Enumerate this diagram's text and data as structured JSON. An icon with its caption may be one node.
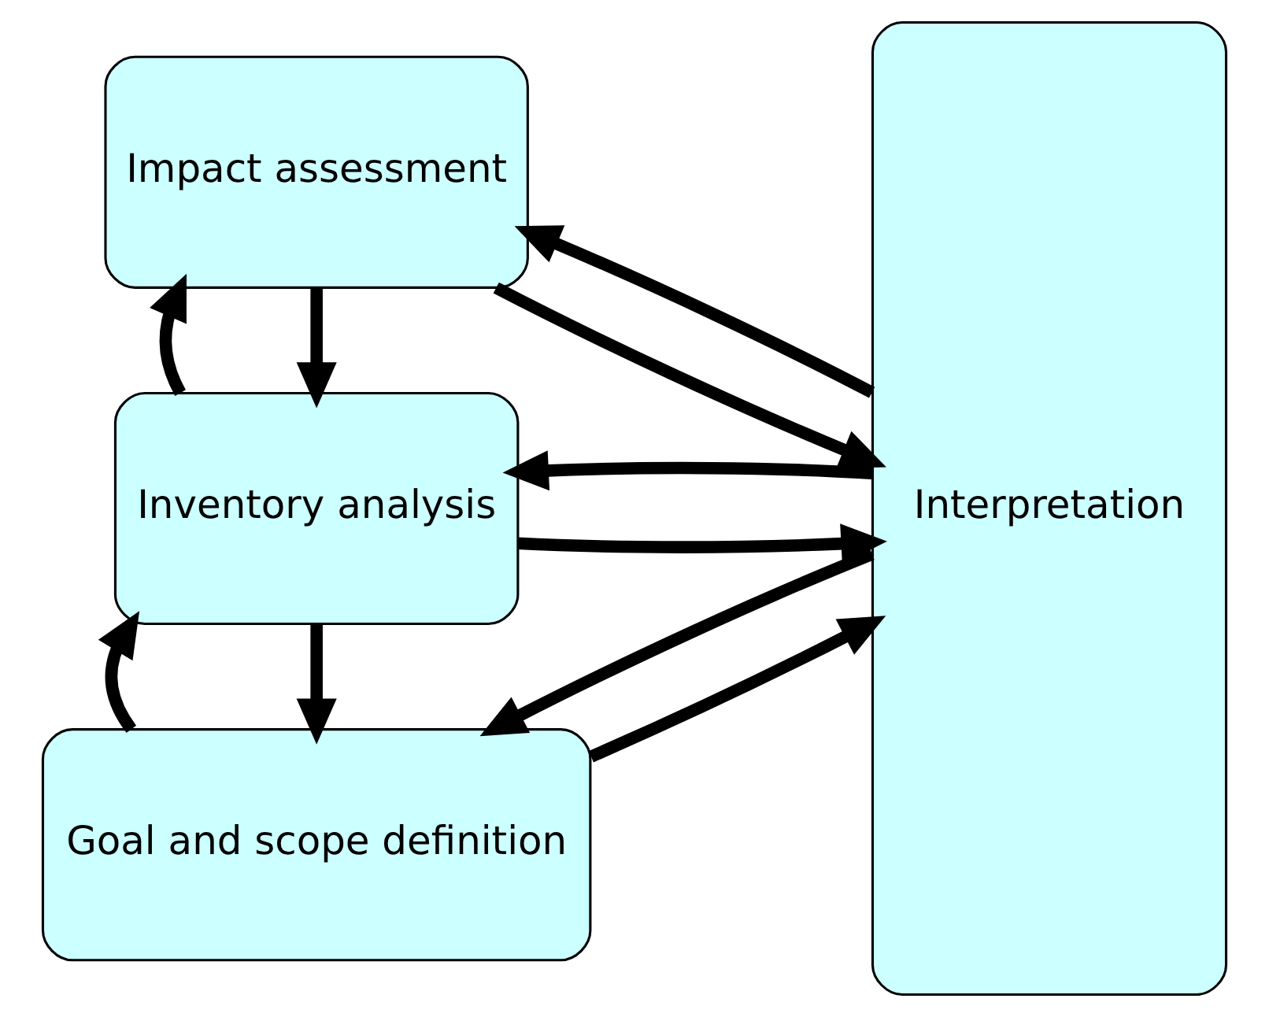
{
  "diagram": {
    "nodes": [
      {
        "text": [
          "Goal and scope definition"
        ]
      },
      {
        "text": [
          "Inventory analysis"
        ]
      },
      {
        "text": [
          "Impact assessment"
        ]
      },
      {
        "text": [
          "Interpretation"
        ]
      }
    ],
    "edges": [
      {
        "from": 3,
        "to": 0,
        "arrow": "to"
      },
      {
        "from": 0,
        "to": 3,
        "arrow": "to"
      },
      {
        "from": 1,
        "to": 0,
        "arrow": "to"
      },
      {
        "from": 0,
        "to": 1,
        "arrow": "to"
      },
      {
        "from": 3,
        "to": 1,
        "arrow": "to"
      },
      {
        "from": 1,
        "to": 3,
        "arrow": "to"
      },
      {
        "from": 2,
        "to": 1,
        "arrow": "to"
      },
      {
        "from": 1,
        "to": 2,
        "arrow": "to"
      },
      {
        "from": 3,
        "to": 2,
        "arrow": "to"
      },
      {
        "from": 2,
        "to": 3,
        "arrow": "to"
      }
    ]
  }
}
